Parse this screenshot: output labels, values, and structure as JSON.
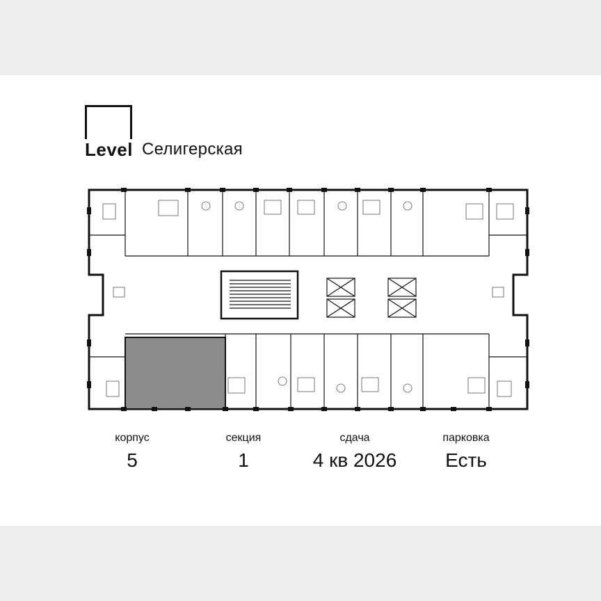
{
  "logo": {
    "brand": "Level",
    "name": "Селигерская"
  },
  "info": [
    {
      "label": "корпус",
      "value": "5"
    },
    {
      "label": "секция",
      "value": "1"
    },
    {
      "label": "сдача",
      "value": "4 кв 2026"
    },
    {
      "label": "парковка",
      "value": "Есть"
    }
  ],
  "colors": {
    "background": "#eeeeee",
    "card": "#ffffff",
    "wall": "#111111",
    "highlight": "#8c8c8c"
  }
}
